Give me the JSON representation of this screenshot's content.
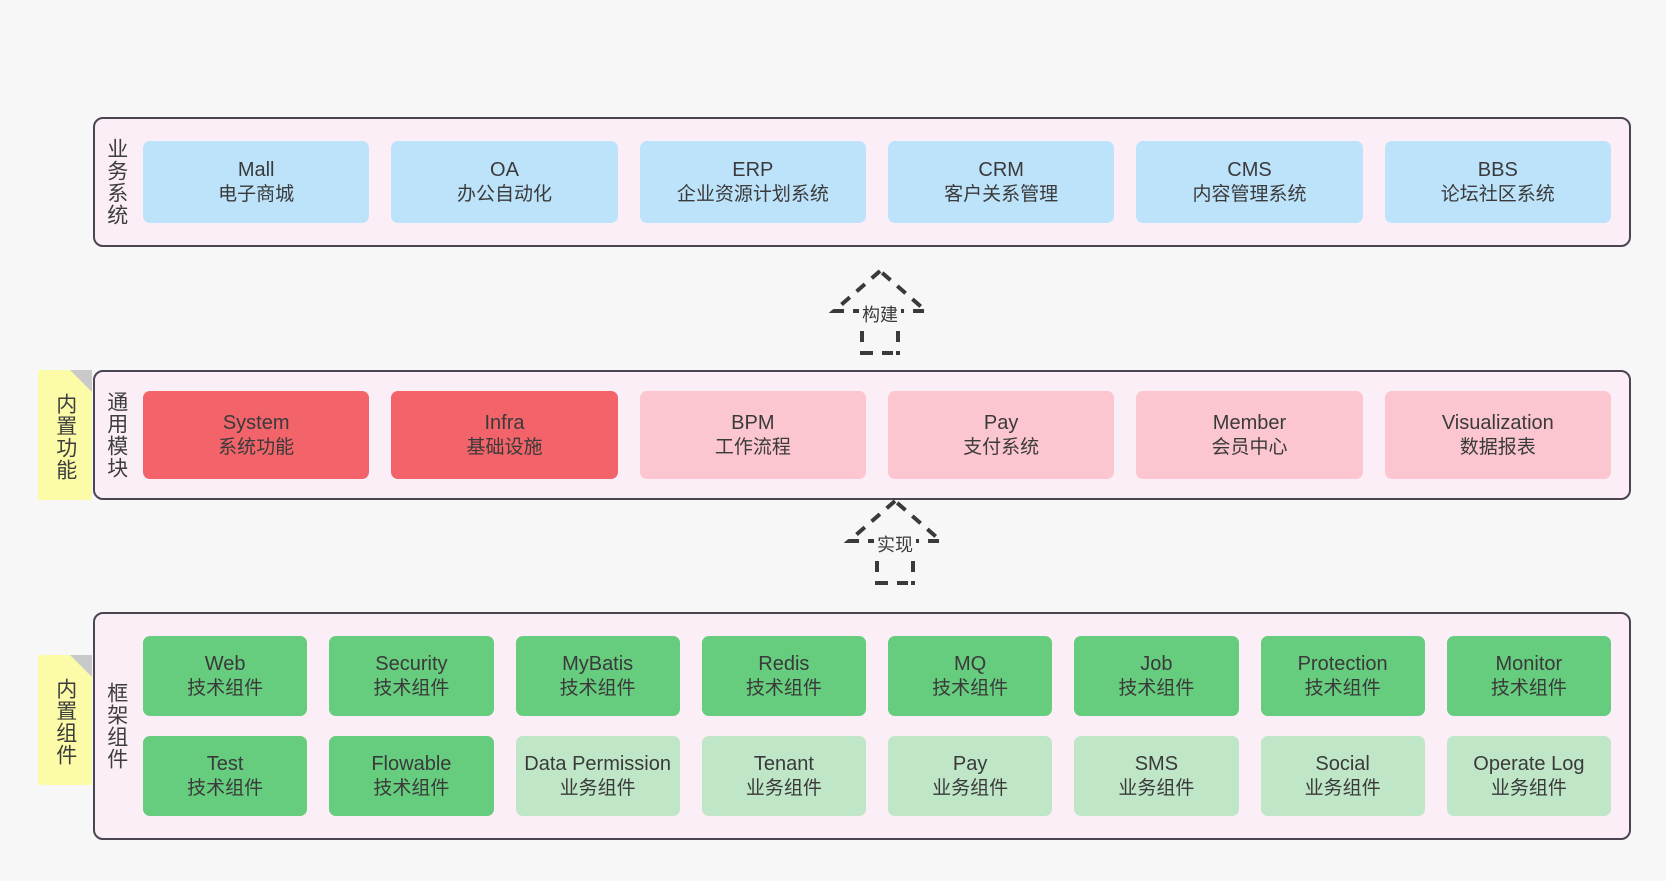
{
  "bands": [
    {
      "id": "business-systems",
      "title": "业务系统",
      "rows": [
        {
          "nodes": [
            {
              "title": "Mall",
              "sub": "电子商城",
              "color": "blue"
            },
            {
              "title": "OA",
              "sub": "办公自动化",
              "color": "blue"
            },
            {
              "title": "ERP",
              "sub": "企业资源计划系统",
              "color": "blue"
            },
            {
              "title": "CRM",
              "sub": "客户关系管理",
              "color": "blue"
            },
            {
              "title": "CMS",
              "sub": "内容管理系统",
              "color": "blue"
            },
            {
              "title": "BBS",
              "sub": "论坛社区系统",
              "color": "blue"
            }
          ]
        }
      ]
    },
    {
      "id": "common-modules",
      "title": "通用模块",
      "rows": [
        {
          "nodes": [
            {
              "title": "System",
              "sub": "系统功能",
              "color": "red"
            },
            {
              "title": "Infra",
              "sub": "基础设施",
              "color": "red"
            },
            {
              "title": "BPM",
              "sub": "工作流程",
              "color": "pink"
            },
            {
              "title": "Pay",
              "sub": "支付系统",
              "color": "pink"
            },
            {
              "title": "Member",
              "sub": "会员中心",
              "color": "pink"
            },
            {
              "title": "Visualization",
              "sub": "数据报表",
              "color": "pink"
            }
          ]
        }
      ]
    },
    {
      "id": "framework-components",
      "title": "框架组件",
      "rows": [
        {
          "nodes": [
            {
              "title": "Web",
              "sub": "技术组件",
              "color": "green"
            },
            {
              "title": "Security",
              "sub": "技术组件",
              "color": "green"
            },
            {
              "title": "MyBatis",
              "sub": "技术组件",
              "color": "green"
            },
            {
              "title": "Redis",
              "sub": "技术组件",
              "color": "green"
            },
            {
              "title": "MQ",
              "sub": "技术组件",
              "color": "green"
            },
            {
              "title": "Job",
              "sub": "技术组件",
              "color": "green"
            },
            {
              "title": "Protection",
              "sub": "技术组件",
              "color": "green"
            },
            {
              "title": "Monitor",
              "sub": "技术组件",
              "color": "green"
            }
          ]
        },
        {
          "nodes": [
            {
              "title": "Test",
              "sub": "技术组件",
              "color": "green"
            },
            {
              "title": "Flowable",
              "sub": "技术组件",
              "color": "green"
            },
            {
              "title": "Data Permission",
              "sub": "业务组件",
              "color": "lightgreen"
            },
            {
              "title": "Tenant",
              "sub": "业务组件",
              "color": "lightgreen"
            },
            {
              "title": "Pay",
              "sub": "业务组件",
              "color": "lightgreen"
            },
            {
              "title": "SMS",
              "sub": "业务组件",
              "color": "lightgreen"
            },
            {
              "title": "Social",
              "sub": "业务组件",
              "color": "lightgreen"
            },
            {
              "title": "Operate Log",
              "sub": "业务组件",
              "color": "lightgreen"
            }
          ]
        }
      ]
    }
  ],
  "stickies": [
    {
      "id": "builtin-features",
      "text": "内置功能"
    },
    {
      "id": "builtin-components",
      "text": "内置组件"
    }
  ],
  "connectors": [
    {
      "id": "build",
      "label": "构建"
    },
    {
      "id": "implement",
      "label": "实现"
    }
  ],
  "colors": {
    "background": "#f7f7f7",
    "band_fill": "#fbeef6",
    "band_border": "#4a4453",
    "blue": "#bde3fb",
    "red": "#f2636a",
    "pink": "#fbc6cf",
    "green": "#66cc7e",
    "lightgreen": "#bfe6c6",
    "sticky": "#fbfba8",
    "sticky_fold": "#c9c9c9"
  }
}
